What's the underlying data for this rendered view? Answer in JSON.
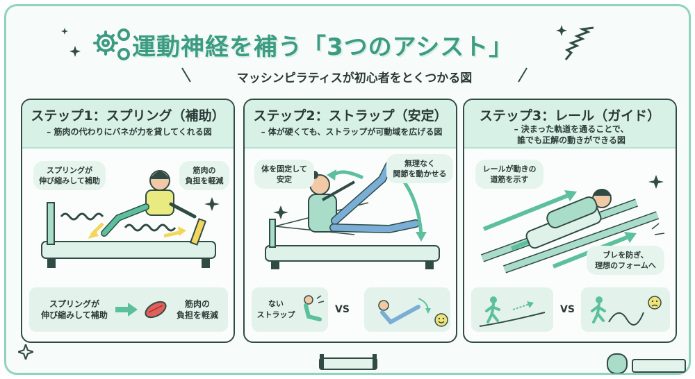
{
  "header": {
    "title": "運動神経を補う「3つのアシスト」",
    "subtitle": "マッシンピラティスが初心者をとくつかる図"
  },
  "panels": [
    {
      "title": "ステップ1：スプリング（補助）",
      "desc": "– 筋肉の代わりにバネが力を貸してくれる図",
      "bubble_a": [
        "スプリングが",
        "伸び縮みして補助"
      ],
      "bubble_b": [
        "筋肉の",
        "負担を軽減"
      ],
      "bottom_left": [
        "スプリングが",
        "伸び縮みして補助"
      ],
      "bottom_right": [
        "筋肉の",
        "負担を軽減"
      ]
    },
    {
      "title": "ステップ2：ストラップ（安定）",
      "desc": "– 体が硬くても、ストラップが可動域を広げる図",
      "bubble_a": [
        "体を固定して",
        "安定"
      ],
      "bubble_b": [
        "無理なく",
        "関節を動かせる"
      ],
      "bottom_left": [
        "ない",
        "ストラップ"
      ],
      "vs": "VS"
    },
    {
      "title": "ステップ3：レール（ガイド）",
      "desc": [
        "– 決まった軌道を通ることで、",
        "誰でも正解の動きができる図"
      ],
      "bubble_a": [
        "レールが動きの",
        "道筋を示す"
      ],
      "bubble_b": [
        "ブレを防ぎ、",
        "理想のフォームへ"
      ],
      "vs": "VS"
    }
  ],
  "colors": {
    "accent": "#3d9b82",
    "frame": "#8fd3bb",
    "panel_head": "#d8f1e7",
    "box": "#e3f3ec"
  },
  "icons": [
    "gear-icon",
    "spring-icon",
    "sparkle-icon",
    "arrow-icon",
    "muscle-icon",
    "smile-icon",
    "sad-icon"
  ]
}
